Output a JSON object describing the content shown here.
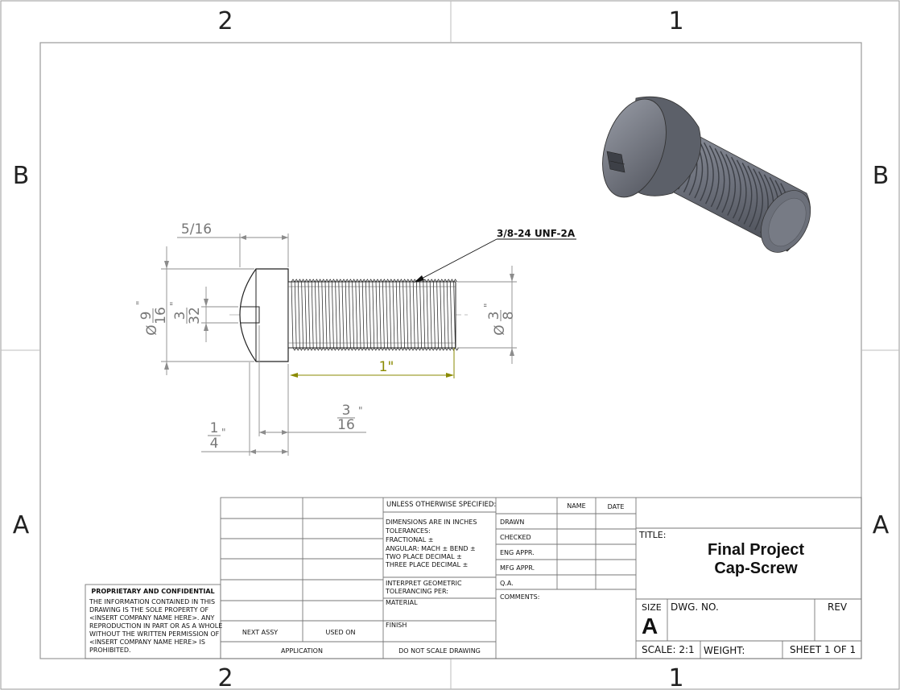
{
  "zones": {
    "top_left": "2",
    "top_right": "1",
    "left_upper": "B",
    "right_upper": "B",
    "left_lower": "A",
    "right_lower": "A",
    "bottom_left": "2",
    "bottom_right": "1"
  },
  "dimensions": {
    "head_length": "5/16",
    "head_dia_prefix": "Ø",
    "head_dia_num": "9",
    "head_dia_den": "16",
    "slot_width_num": "3",
    "slot_width_den": "32",
    "shank_dia_prefix": "Ø",
    "shank_dia_num": "3",
    "shank_dia_den": "8",
    "thread_length": "1\"",
    "slot_depth_num": "3",
    "slot_depth_den": "16",
    "head_dim_num": "1",
    "head_dim_den": "4",
    "inch_mark": "\""
  },
  "callout": "3/8-24 UNF-2A",
  "title_block": {
    "proprietary_title": "PROPRIETARY AND CONFIDENTIAL",
    "proprietary_lines": [
      "THE INFORMATION CONTAINED IN THIS",
      "DRAWING IS THE SOLE PROPERTY OF",
      "<INSERT COMPANY NAME HERE>.  ANY",
      "REPRODUCTION IN PART OR AS A WHOLE",
      "WITHOUT THE WRITTEN PERMISSION OF",
      "<INSERT COMPANY NAME HERE> IS",
      "PROHIBITED."
    ],
    "next_assy": "NEXT ASSY",
    "used_on": "USED ON",
    "application": "APPLICATION",
    "unless": "UNLESS OTHERWISE SPECIFIED:",
    "dims_lines": [
      "DIMENSIONS ARE IN INCHES",
      "TOLERANCES:",
      "FRACTIONAL ±",
      "ANGULAR: MACH ±    BEND ±",
      "TWO PLACE DECIMAL    ±",
      "THREE PLACE DECIMAL   ±"
    ],
    "interpret_lines": [
      "INTERPRET GEOMETRIC",
      "TOLERANCING PER:"
    ],
    "material": "MATERIAL",
    "finish": "FINISH",
    "do_not_scale": "DO NOT SCALE DRAWING",
    "name": "NAME",
    "date": "DATE",
    "drawn": "DRAWN",
    "checked": "CHECKED",
    "eng_appr": "ENG APPR.",
    "mfg_appr": "MFG APPR.",
    "qa": "Q.A.",
    "comments": "COMMENTS:",
    "title_label": "TITLE:",
    "title_line1": "Final Project",
    "title_line2": "Cap-Screw",
    "size_label": "SIZE",
    "size_value": "A",
    "dwg_no": "DWG.  NO.",
    "rev": "REV",
    "scale": "SCALE: 2:1",
    "weight": "WEIGHT:",
    "sheet": "SHEET 1 OF 1"
  },
  "colors": {
    "part_fill": "#6f737e",
    "part_dark": "#3f424a",
    "dim_color": "#808080",
    "active_dim": "#8a8a00"
  }
}
